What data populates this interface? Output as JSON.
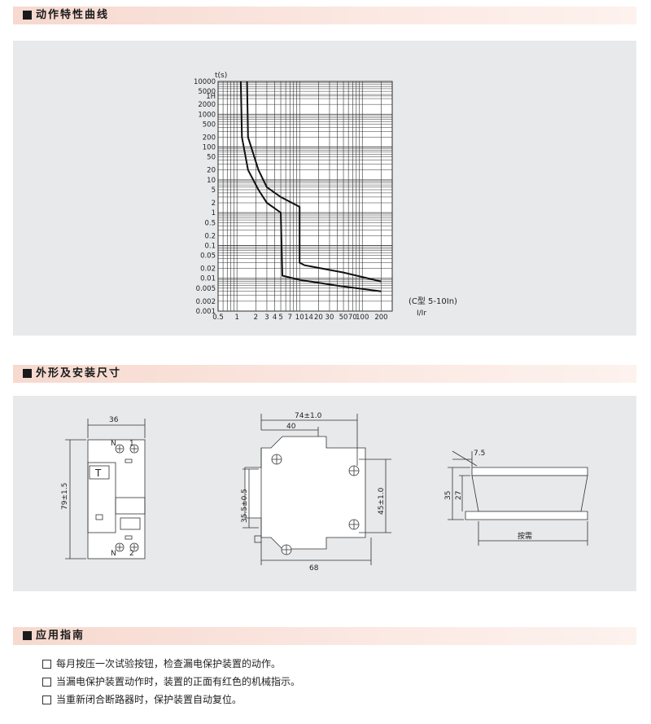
{
  "sections": {
    "curve": "动作特性曲线",
    "dims": "外形及安装尺寸",
    "guide": "应用指南"
  },
  "chart_data": {
    "type": "line",
    "title": "",
    "ylabel": "t(s)",
    "xlabel": "I/Ir",
    "x_scale": "log",
    "y_scale": "log",
    "annotation": "(C型 5-10In)",
    "x_ticks": [
      "0.5",
      "1",
      "2",
      "3",
      "4",
      "5",
      "7",
      "10",
      "14",
      "20",
      "30",
      "50",
      "70",
      "100",
      "200"
    ],
    "y_ticks": [
      "10000",
      "5000",
      "1H",
      "2000",
      "1000",
      "500",
      "200",
      "100",
      "50",
      "20",
      "10",
      "5",
      "2",
      "1",
      "0.5",
      "0.2",
      "0.1",
      "0.05",
      "0.02",
      "0.01",
      "0.005",
      "0.002",
      "0.001"
    ],
    "series": [
      {
        "points": [
          [
            1.15,
            10000
          ],
          [
            1.2,
            200
          ],
          [
            1.5,
            20
          ],
          [
            2.2,
            5
          ],
          [
            3,
            2
          ],
          [
            5,
            1
          ],
          [
            5.3,
            0.012
          ],
          [
            10,
            0.009
          ],
          [
            40,
            0.006
          ],
          [
            200,
            0.004
          ]
        ]
      },
      {
        "points": [
          [
            1.45,
            10000
          ],
          [
            1.5,
            200
          ],
          [
            2.2,
            20
          ],
          [
            3,
            6
          ],
          [
            5,
            3
          ],
          [
            10,
            1.5
          ],
          [
            10,
            0.03
          ],
          [
            12,
            0.025
          ],
          [
            50,
            0.015
          ],
          [
            200,
            0.008
          ]
        ]
      }
    ]
  },
  "dims": {
    "front": {
      "width": "36",
      "height": "79±1.5",
      "label_t": "T",
      "top_terms": [
        "N",
        "1"
      ],
      "bottom_terms": [
        "N",
        "2"
      ]
    },
    "side": {
      "overall": "74±1.0",
      "upper": "40",
      "left_h": "35.5±0.5",
      "right_h": "45±1.0",
      "bottom": "68"
    },
    "rail": {
      "top": "7.5",
      "h_outer": "35",
      "h_inner": "27",
      "bottom": "按需"
    }
  },
  "guide": [
    "每月按压一次试验按钮，检查漏电保护装置的动作。",
    "当漏电保护装置动作时，装置的正面有红色的机械指示。",
    "当重新闭合断路器时，保护装置自动复位。"
  ]
}
